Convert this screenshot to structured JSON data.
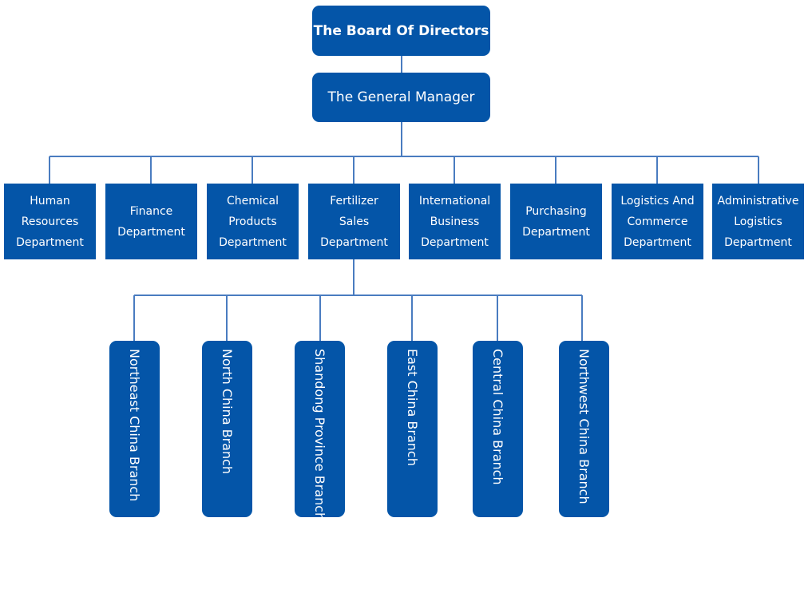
{
  "board": "The Board Of Directors",
  "general_manager": "The General Manager",
  "departments": [
    [
      "Human",
      "Resources",
      "Department"
    ],
    [
      "Finance",
      "Department"
    ],
    [
      "Chemical",
      "Products",
      "Department"
    ],
    [
      "Fertilizer",
      "Sales",
      "Department"
    ],
    [
      "International",
      "Business",
      "Department"
    ],
    [
      "Purchasing",
      "Department"
    ],
    [
      "Logistics And",
      "Commerce",
      "Department"
    ],
    [
      "Administrative",
      "Logistics",
      "Department"
    ]
  ],
  "branches": [
    "Northeast China Branch",
    "North China Branch",
    "Shandong Province Branch",
    "East China Branch",
    "Central China Branch",
    "Northwest China Branch"
  ],
  "colors": {
    "box": "#0455a8",
    "connector": "#4a7cc0",
    "text": "#ffffff"
  }
}
